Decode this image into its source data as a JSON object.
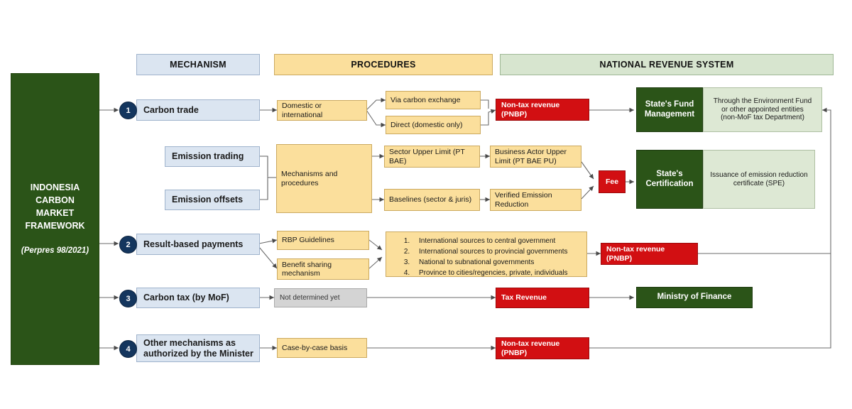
{
  "headers": {
    "mechanism": "MECHANISM",
    "procedures": "PROCEDURES",
    "national_revenue_system": "NATIONAL REVENUE SYSTEM"
  },
  "sidebar": {
    "title": "INDONESIA\nCARBON\nMARKET\nFRAMEWORK",
    "line1": "INDONESIA",
    "line2": "CARBON",
    "line3": "MARKET",
    "line4": "FRAMEWORK",
    "regulation": "(Perpres 98/2021)"
  },
  "rows": {
    "carbon_trade": {
      "number": "1",
      "mechanism": "Carbon trade",
      "procedure": "Domestic or international",
      "sub1": "Via carbon exchange",
      "sub2": "Direct (domestic only)",
      "revenue": "Non-tax revenue\n(PNBP)",
      "revenue_l1": "Non-tax revenue",
      "revenue_l2": "(PNBP)",
      "outcome_title_l1": "State's Fund",
      "outcome_title_l2": "Management",
      "outcome_detail_l1": "Through the Environment Fund",
      "outcome_detail_l2": "or other appointed entities",
      "outcome_detail_l3": "(non-MoF tax Department)"
    },
    "emission": {
      "mechanism_trading": "Emission trading",
      "mechanism_offsets": "Emission offsets",
      "procedure_l1": "Mechanisms and",
      "procedure_l2": "procedures",
      "trading_step1": "Sector Upper Limit (PT BAE)",
      "trading_step2": "Business Actor Upper Limit (PT BAE PU)",
      "offsets_step1": "Baselines (sector & juris)",
      "offsets_step2": "Verified Emission Reduction",
      "fee": "Fee",
      "outcome_title_l1": "State's",
      "outcome_title_l2": "Certification",
      "outcome_detail_l1": "Issuance of emission reduction",
      "outcome_detail_l2": "certificate (SPE)"
    },
    "result_based": {
      "number": "2",
      "mechanism": "Result-based payments",
      "procedure1": "RBP Guidelines",
      "procedure2_l1": "Benefit sharing",
      "procedure2_l2": "mechanism",
      "list": [
        "International sources to central government",
        "International sources to provincial governments",
        "National to subnational governments",
        "Province to cities/regencies, private, individuals"
      ],
      "revenue_l1": "Non-tax revenue",
      "revenue_l2": "(PNBP)"
    },
    "carbon_tax": {
      "number": "3",
      "mechanism": "Carbon tax (by MoF)",
      "procedure": "Not determined yet",
      "revenue": "Tax Revenue",
      "outcome": "Ministry of Finance"
    },
    "other": {
      "number": "4",
      "mechanism_l1": "Other mechanisms as",
      "mechanism_l2": "authorized by the Minister",
      "procedure": "Case-by-case basis",
      "revenue_l1": "Non-tax revenue",
      "revenue_l2": "(PNBP)"
    }
  },
  "colors": {
    "dark_green": "#2b5418",
    "light_green": "#dde8d4",
    "header_green": "#d7e5cf",
    "blue": "#dbe5f1",
    "yellow": "#fbdf9c",
    "red": "#d20f12",
    "grey": "#d4d4d4",
    "navy": "#14365e"
  }
}
